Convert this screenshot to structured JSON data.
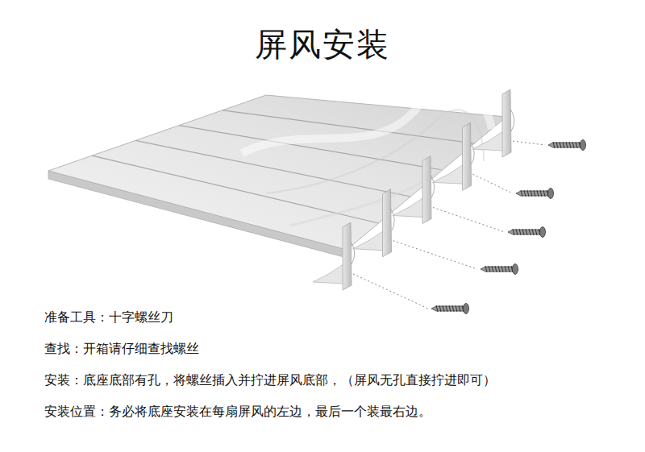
{
  "diagram": {
    "title": "屏风安装",
    "labels": [
      "准备工具：十字螺丝刀",
      "查找：开箱请仔细查找螺丝",
      "安装：底座底部有孔，将螺丝插入并拧进屏风底部，（屏风无孔直接拧进即可）",
      "安装位置：务必将底座安装在每扇屏风的左边，最后一个装最右边。"
    ]
  }
}
